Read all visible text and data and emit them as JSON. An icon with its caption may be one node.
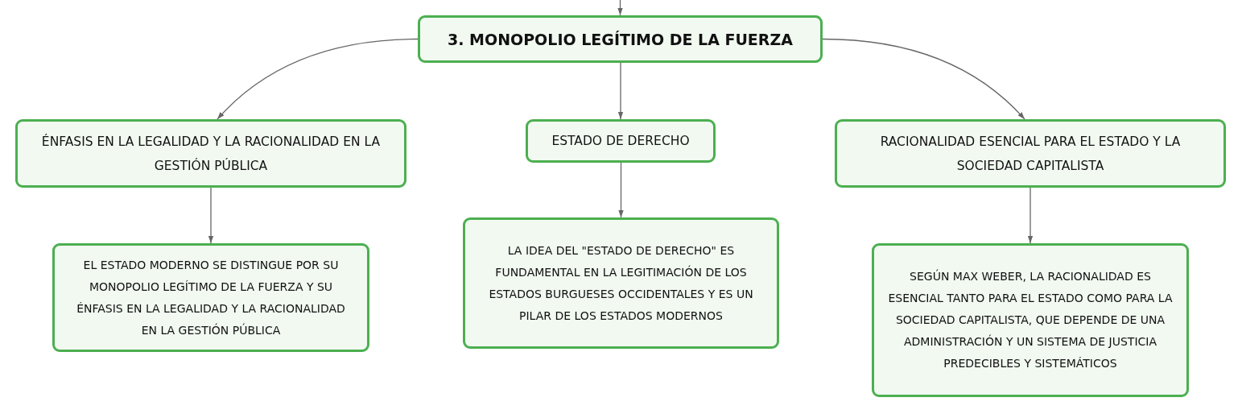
{
  "diagram": {
    "nodes": [
      {
        "text": [
          "3. MONOPOLIO LEGÍTIMO DE LA FUERZA"
        ]
      },
      {
        "text": [
          "ÉNFASIS EN LA LEGALIDAD Y LA RACIONALIDAD EN LA GESTIÓN PÚBLICA"
        ]
      },
      {
        "text": [
          "ESTADO DE DERECHO"
        ]
      },
      {
        "text": [
          "RACIONALIDAD ESENCIAL PARA EL ESTADO Y LA SOCIEDAD CAPITALISTA"
        ]
      },
      {
        "text": [
          "EL ESTADO MODERNO SE DISTINGUE POR SU MONOPOLIO LEGÍTIMO DE LA FUERZA Y SU ÉNFASIS EN LA LEGALIDAD Y LA RACIONALIDAD EN LA GESTIÓN PÚBLICA"
        ]
      },
      {
        "text": [
          "LA IDEA DEL \"ESTADO DE DERECHO\" ES FUNDAMENTAL EN LA LEGITIMACIÓN DE LOS ESTADOS BURGUESES OCCIDENTALES Y ES UN PILAR DE LOS ESTADOS MODERNOS"
        ]
      },
      {
        "text": [
          "SEGÚN MAX WEBER, LA RACIONALIDAD ES ESENCIAL TANTO PARA EL ESTADO COMO PARA LA SOCIEDAD CAPITALISTA, QUE DEPENDE DE UNA ADMINISTRACIÓN Y UN SISTEMA DE JUSTICIA PREDECIBLES Y SISTEMÁTICOS"
        ]
      }
    ],
    "edges": [
      {
        "from": null,
        "to": 0,
        "arrow": "to"
      },
      {
        "from": 0,
        "to": 1,
        "arrow": "to"
      },
      {
        "from": 0,
        "to": 2,
        "arrow": "to"
      },
      {
        "from": 0,
        "to": 3,
        "arrow": "to"
      },
      {
        "from": 1,
        "to": 4,
        "arrow": "to"
      },
      {
        "from": 2,
        "to": 5,
        "arrow": "to"
      },
      {
        "from": 3,
        "to": 6,
        "arrow": "to"
      }
    ]
  }
}
